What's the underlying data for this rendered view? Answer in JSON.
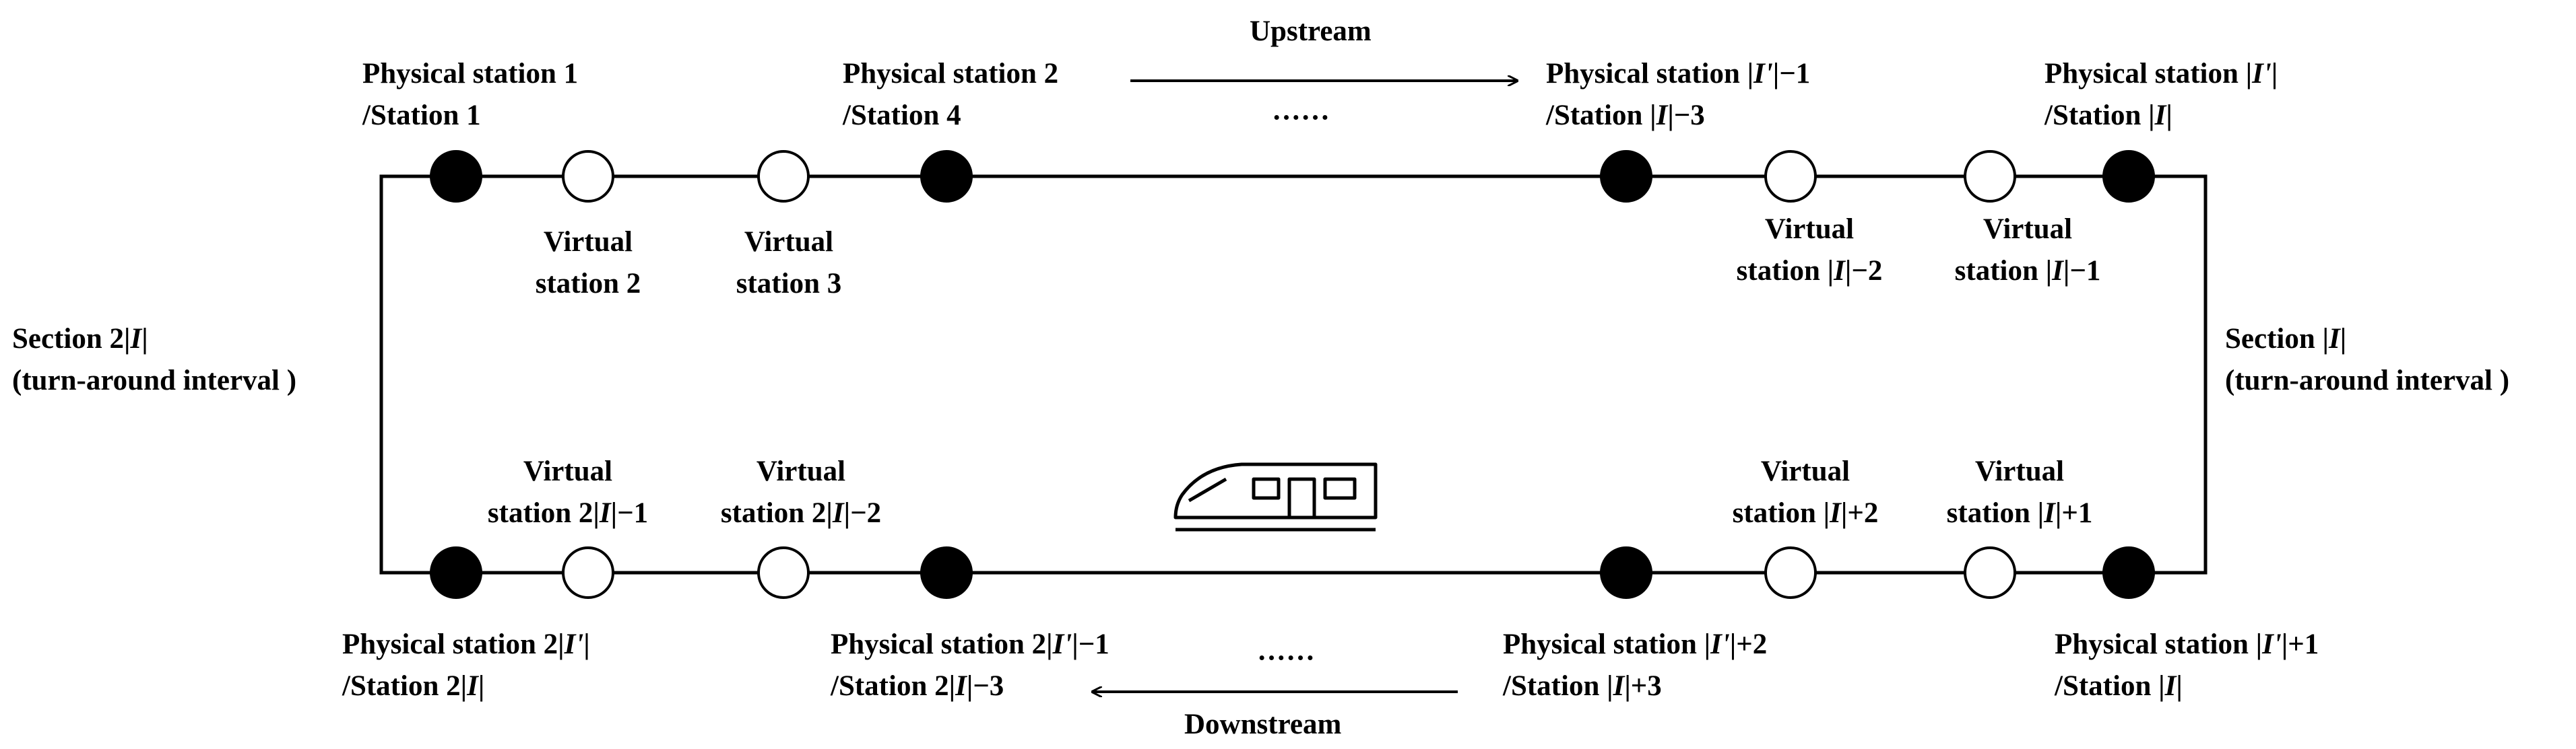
{
  "flow": {
    "upstream": "Upstream",
    "downstream": "Downstream",
    "ellipsis": "······"
  },
  "physical_top": {
    "p1": {
      "line1": "Physical station 1",
      "line2": "/Station 1"
    },
    "p2": {
      "line1": "Physical station 2",
      "line2": "/Station 4"
    },
    "p3": {
      "line1": "Physical station |I'|−1",
      "line2": "/Station |I|−3"
    },
    "p4": {
      "line1": "Physical station |I'|",
      "line2": "/Station |I|"
    }
  },
  "virtual_top": {
    "v1": {
      "line1": "Virtual",
      "line2": "station 2"
    },
    "v2": {
      "line1": "Virtual",
      "line2": "station 3"
    },
    "v3": {
      "line1": "Virtual",
      "line2": "station |I|−2"
    },
    "v4": {
      "line1": "Virtual",
      "line2": "station |I|−1"
    }
  },
  "sections": {
    "left": {
      "line1": "Section 2|I|",
      "line2": "(turn-around interval )"
    },
    "right": {
      "line1": "Section |I|",
      "line2": "(turn-around interval )"
    }
  },
  "virtual_bottom": {
    "v1": {
      "line1": "Virtual",
      "line2": "station 2|I|−1"
    },
    "v2": {
      "line1": "Virtual",
      "line2": "station 2|I|−2"
    },
    "v3": {
      "line1": "Virtual",
      "line2": "station |I|+2"
    },
    "v4": {
      "line1": "Virtual",
      "line2": "station |I|+1"
    }
  },
  "physical_bottom": {
    "p1": {
      "line1": "Physical station 2|I'|",
      "line2": "/Station 2|I|"
    },
    "p2": {
      "line1": "Physical station 2|I'|−1",
      "line2": "/Station 2|I|−3"
    },
    "p3": {
      "line1": "Physical station |I'|+2",
      "line2": "/Station |I|+3"
    },
    "p4": {
      "line1": "Physical station |I'|+1",
      "line2": "/Station |I|"
    }
  }
}
